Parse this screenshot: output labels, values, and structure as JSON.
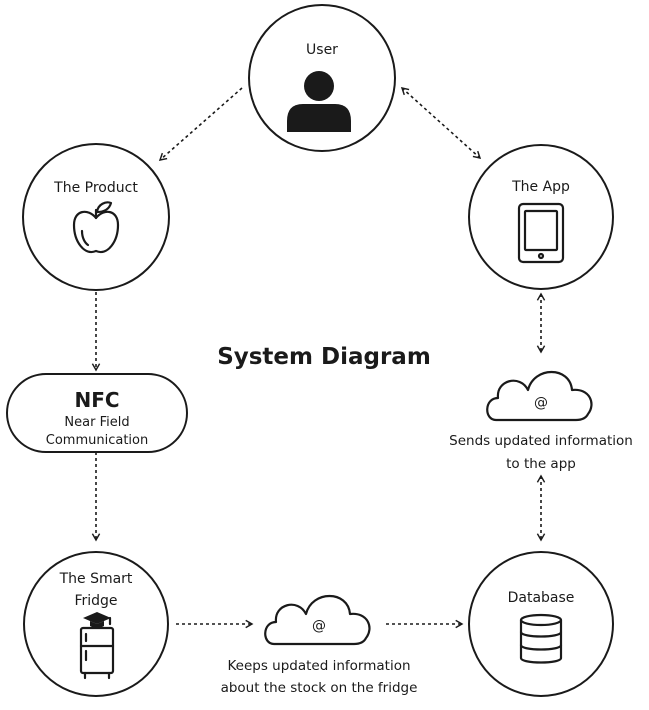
{
  "diagram": {
    "title": "System Diagram",
    "nodes": {
      "user": {
        "label": "User",
        "icon": "user-icon"
      },
      "product": {
        "label": "The Product",
        "icon": "apple-icon"
      },
      "app": {
        "label": "The App",
        "icon": "tablet-icon"
      },
      "nfc": {
        "label": "NFC",
        "line1": "Near Field",
        "line2": "Communication"
      },
      "fridge": {
        "line1": "The Smart",
        "line2": "Fridge",
        "icon": "fridge-icon"
      },
      "database": {
        "label": "Database",
        "icon": "database-icon"
      }
    },
    "clouds": {
      "right": {
        "symbol": "@",
        "line1": "Sends updated information",
        "line2": "to the app"
      },
      "bottom": {
        "symbol": "@",
        "line1": "Keeps updated information",
        "line2": "about the stock on the fridge"
      }
    }
  }
}
